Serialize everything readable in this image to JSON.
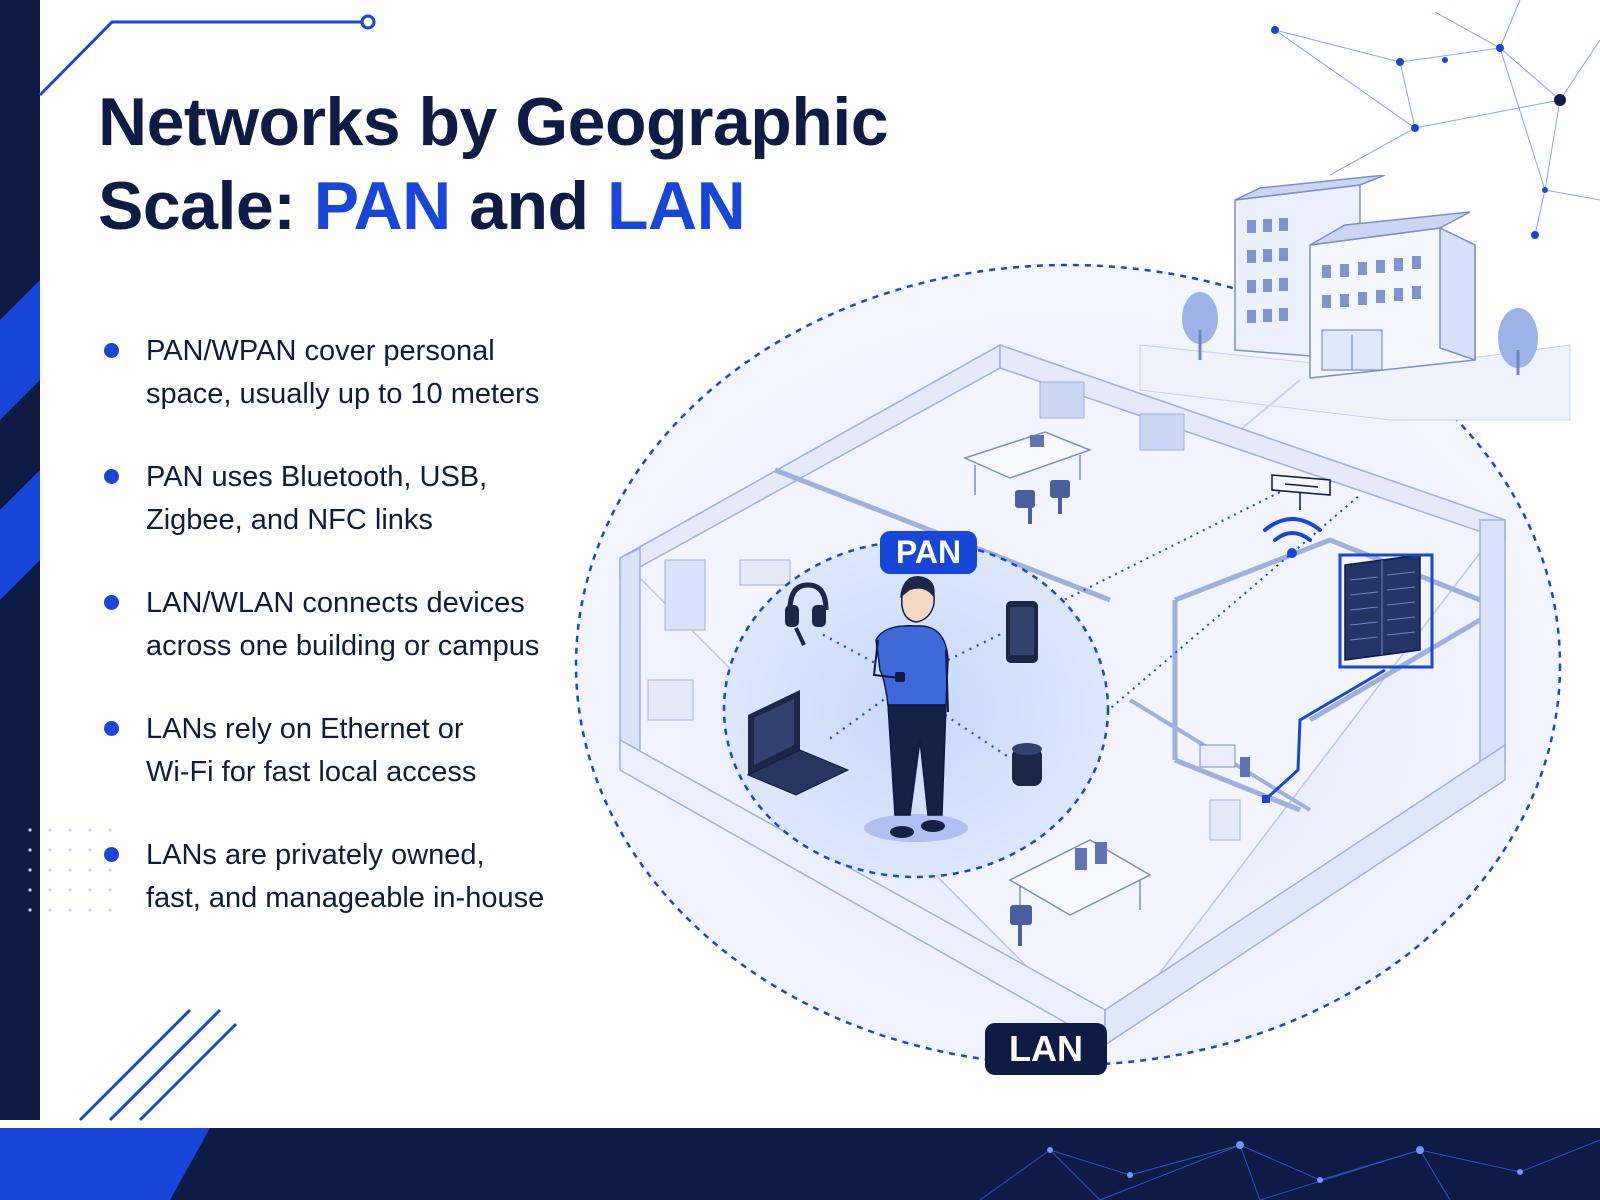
{
  "title": {
    "line1": "Networks by Geographic",
    "line2_prefix": "Scale: ",
    "line2_pan": "PAN",
    "line2_and": " and ",
    "line2_lan": "LAN"
  },
  "bullets": [
    {
      "lead": "PAN/WPAN",
      "rest1": " cover personal",
      "line2": "space, usually up to 10 meters"
    },
    {
      "lead": "PAN",
      "rest1": " uses Bluetooth, USB,",
      "line2": "Zigbee, and NFC links"
    },
    {
      "lead": "LAN/WLAN",
      "rest1": " connects devices",
      "line2": "across one building or campus"
    },
    {
      "lead": "LANs",
      "rest1": " rely on Ethernet or",
      "line2": "Wi-Fi for fast local access"
    },
    {
      "lead": "LANs",
      "rest1": " are privately owned,",
      "line2": "fast, and manageable in-house"
    }
  ],
  "diagram": {
    "pan_label": "PAN",
    "lan_label": "LAN"
  },
  "colors": {
    "navy": "#0d1b45",
    "accent_blue": "#1746d8",
    "light_blue": "#dfe8fb",
    "text": "#111b3a"
  },
  "icons": [
    "headset-icon",
    "smartphone-icon",
    "laptop-icon",
    "smart-speaker-icon",
    "wifi-icon",
    "router-icon",
    "server-rack-icon",
    "office-building-icon",
    "tree-icon",
    "person-icon",
    "desk-icon",
    "office-chair-icon"
  ]
}
